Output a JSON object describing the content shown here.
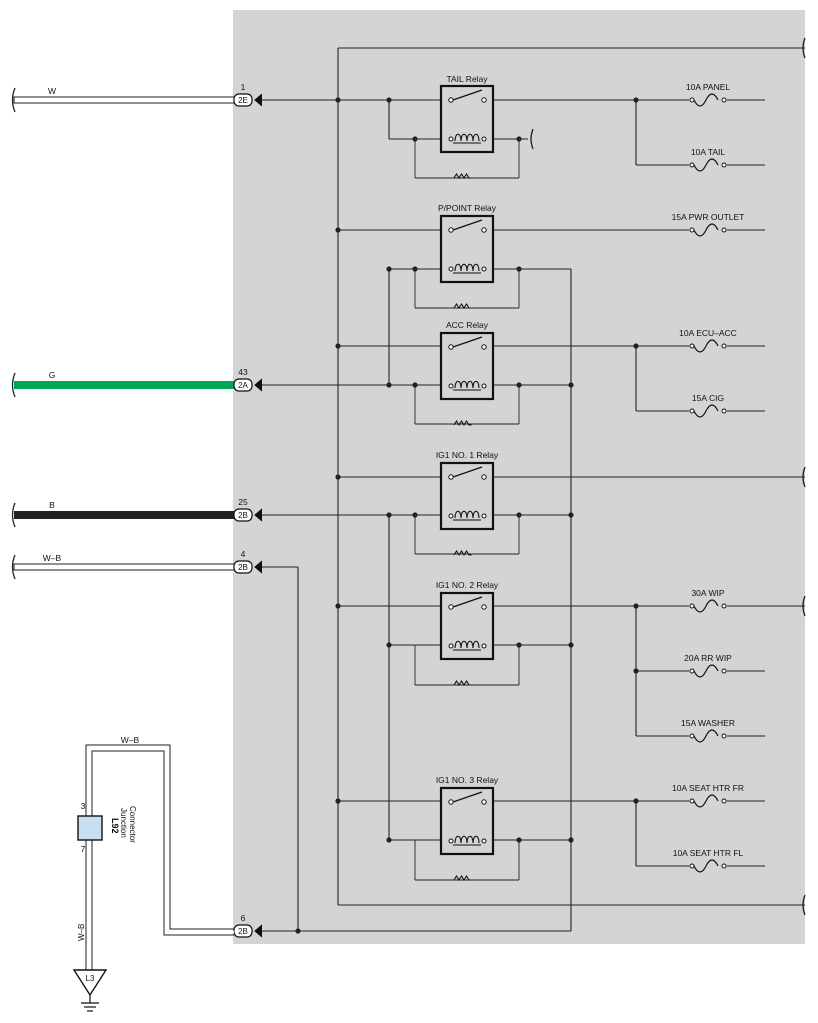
{
  "relays": [
    {
      "label": "TAIL Relay"
    },
    {
      "label": "P/POINT Relay"
    },
    {
      "label": "ACC Relay"
    },
    {
      "label": "IG1 NO. 1 Relay"
    },
    {
      "label": "IG1 NO. 2 Relay"
    },
    {
      "label": "IG1 NO. 3 Relay"
    }
  ],
  "fuses": [
    {
      "label": "10A PANEL"
    },
    {
      "label": "10A TAIL"
    },
    {
      "label": "15A PWR OUTLET"
    },
    {
      "label": "10A ECU–ACC"
    },
    {
      "label": "15A CIG"
    },
    {
      "label": "30A WIP"
    },
    {
      "label": "20A RR WIP"
    },
    {
      "label": "15A WASHER"
    },
    {
      "label": "10A SEAT HTR FR"
    },
    {
      "label": "10A SEAT HTR FL"
    }
  ],
  "connectors": [
    {
      "code": "2E",
      "pin": "1"
    },
    {
      "code": "2A",
      "pin": "43"
    },
    {
      "code": "2B",
      "pin": "25"
    },
    {
      "code": "2B",
      "pin": "4"
    },
    {
      "code": "2B",
      "pin": "6"
    }
  ],
  "wires": [
    {
      "color_code": "W",
      "color": "#ffffff"
    },
    {
      "color_code": "G",
      "color": "#00a651"
    },
    {
      "color_code": "B",
      "color": "#222222"
    },
    {
      "color_code": "W–B",
      "color": "#ffffff"
    }
  ],
  "junction": {
    "name": "L92",
    "description": "Junction\nConnector",
    "pin_top": "3",
    "pin_bottom": "7",
    "wire_top": "W–B",
    "wire_side": "W–B",
    "ground": "L3"
  },
  "colors": {
    "panel": "#d4d4d4",
    "green_wire": "#00a651",
    "black_wire": "#222222"
  }
}
